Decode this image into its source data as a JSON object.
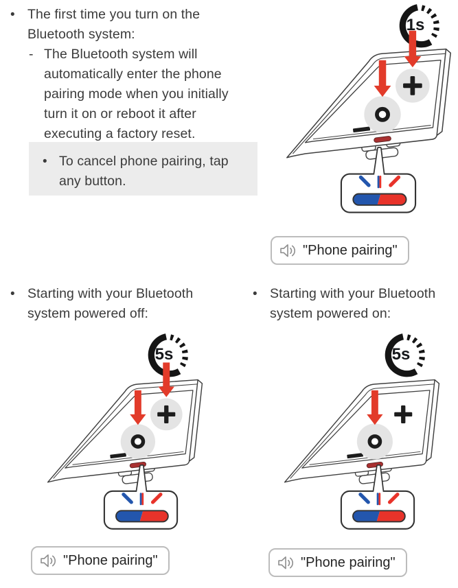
{
  "intro": {
    "bullet": "•",
    "text": "The first time you turn on the Bluetooth system:",
    "sub_dash": "-",
    "sub_text": "The Bluetooth system will automatically enter the phone pairing mode when you initially turn it on or reboot it after executing a factory reset."
  },
  "note": {
    "bullet": "•",
    "text": "To cancel phone pairing, tap any button."
  },
  "figure_first": {
    "timer": "1s",
    "voice": "\"Phone pairing\""
  },
  "heading_off": {
    "bullet": "•",
    "text": "Starting with your Bluetooth system powered off:"
  },
  "figure_off": {
    "timer": "5s",
    "voice": "\"Phone pairing\""
  },
  "heading_on": {
    "bullet": "•",
    "text": "Starting with your Bluetooth system powered on:"
  },
  "figure_on": {
    "timer": "5s",
    "voice": "\"Phone pairing\""
  },
  "icons": {
    "timer": "countdown-timer-icon",
    "speaker": "speaker-icon",
    "plus": "plus-button",
    "center": "center-button",
    "minus": "minus-button",
    "arrow": "press-arrow-icon",
    "led": "led-indicator"
  },
  "colors": {
    "text": "#3b3b3b",
    "line_art": "#3f3f3f",
    "arrow_red": "#e23b2a",
    "led_blue": "#2356ad",
    "led_red": "#e8332a",
    "led_slot": "#a93030",
    "note_bg": "#ececec",
    "button_gray": "#e4e4e4",
    "label_border": "#bcbcbc",
    "speaker_gray": "#8f8f8f"
  }
}
